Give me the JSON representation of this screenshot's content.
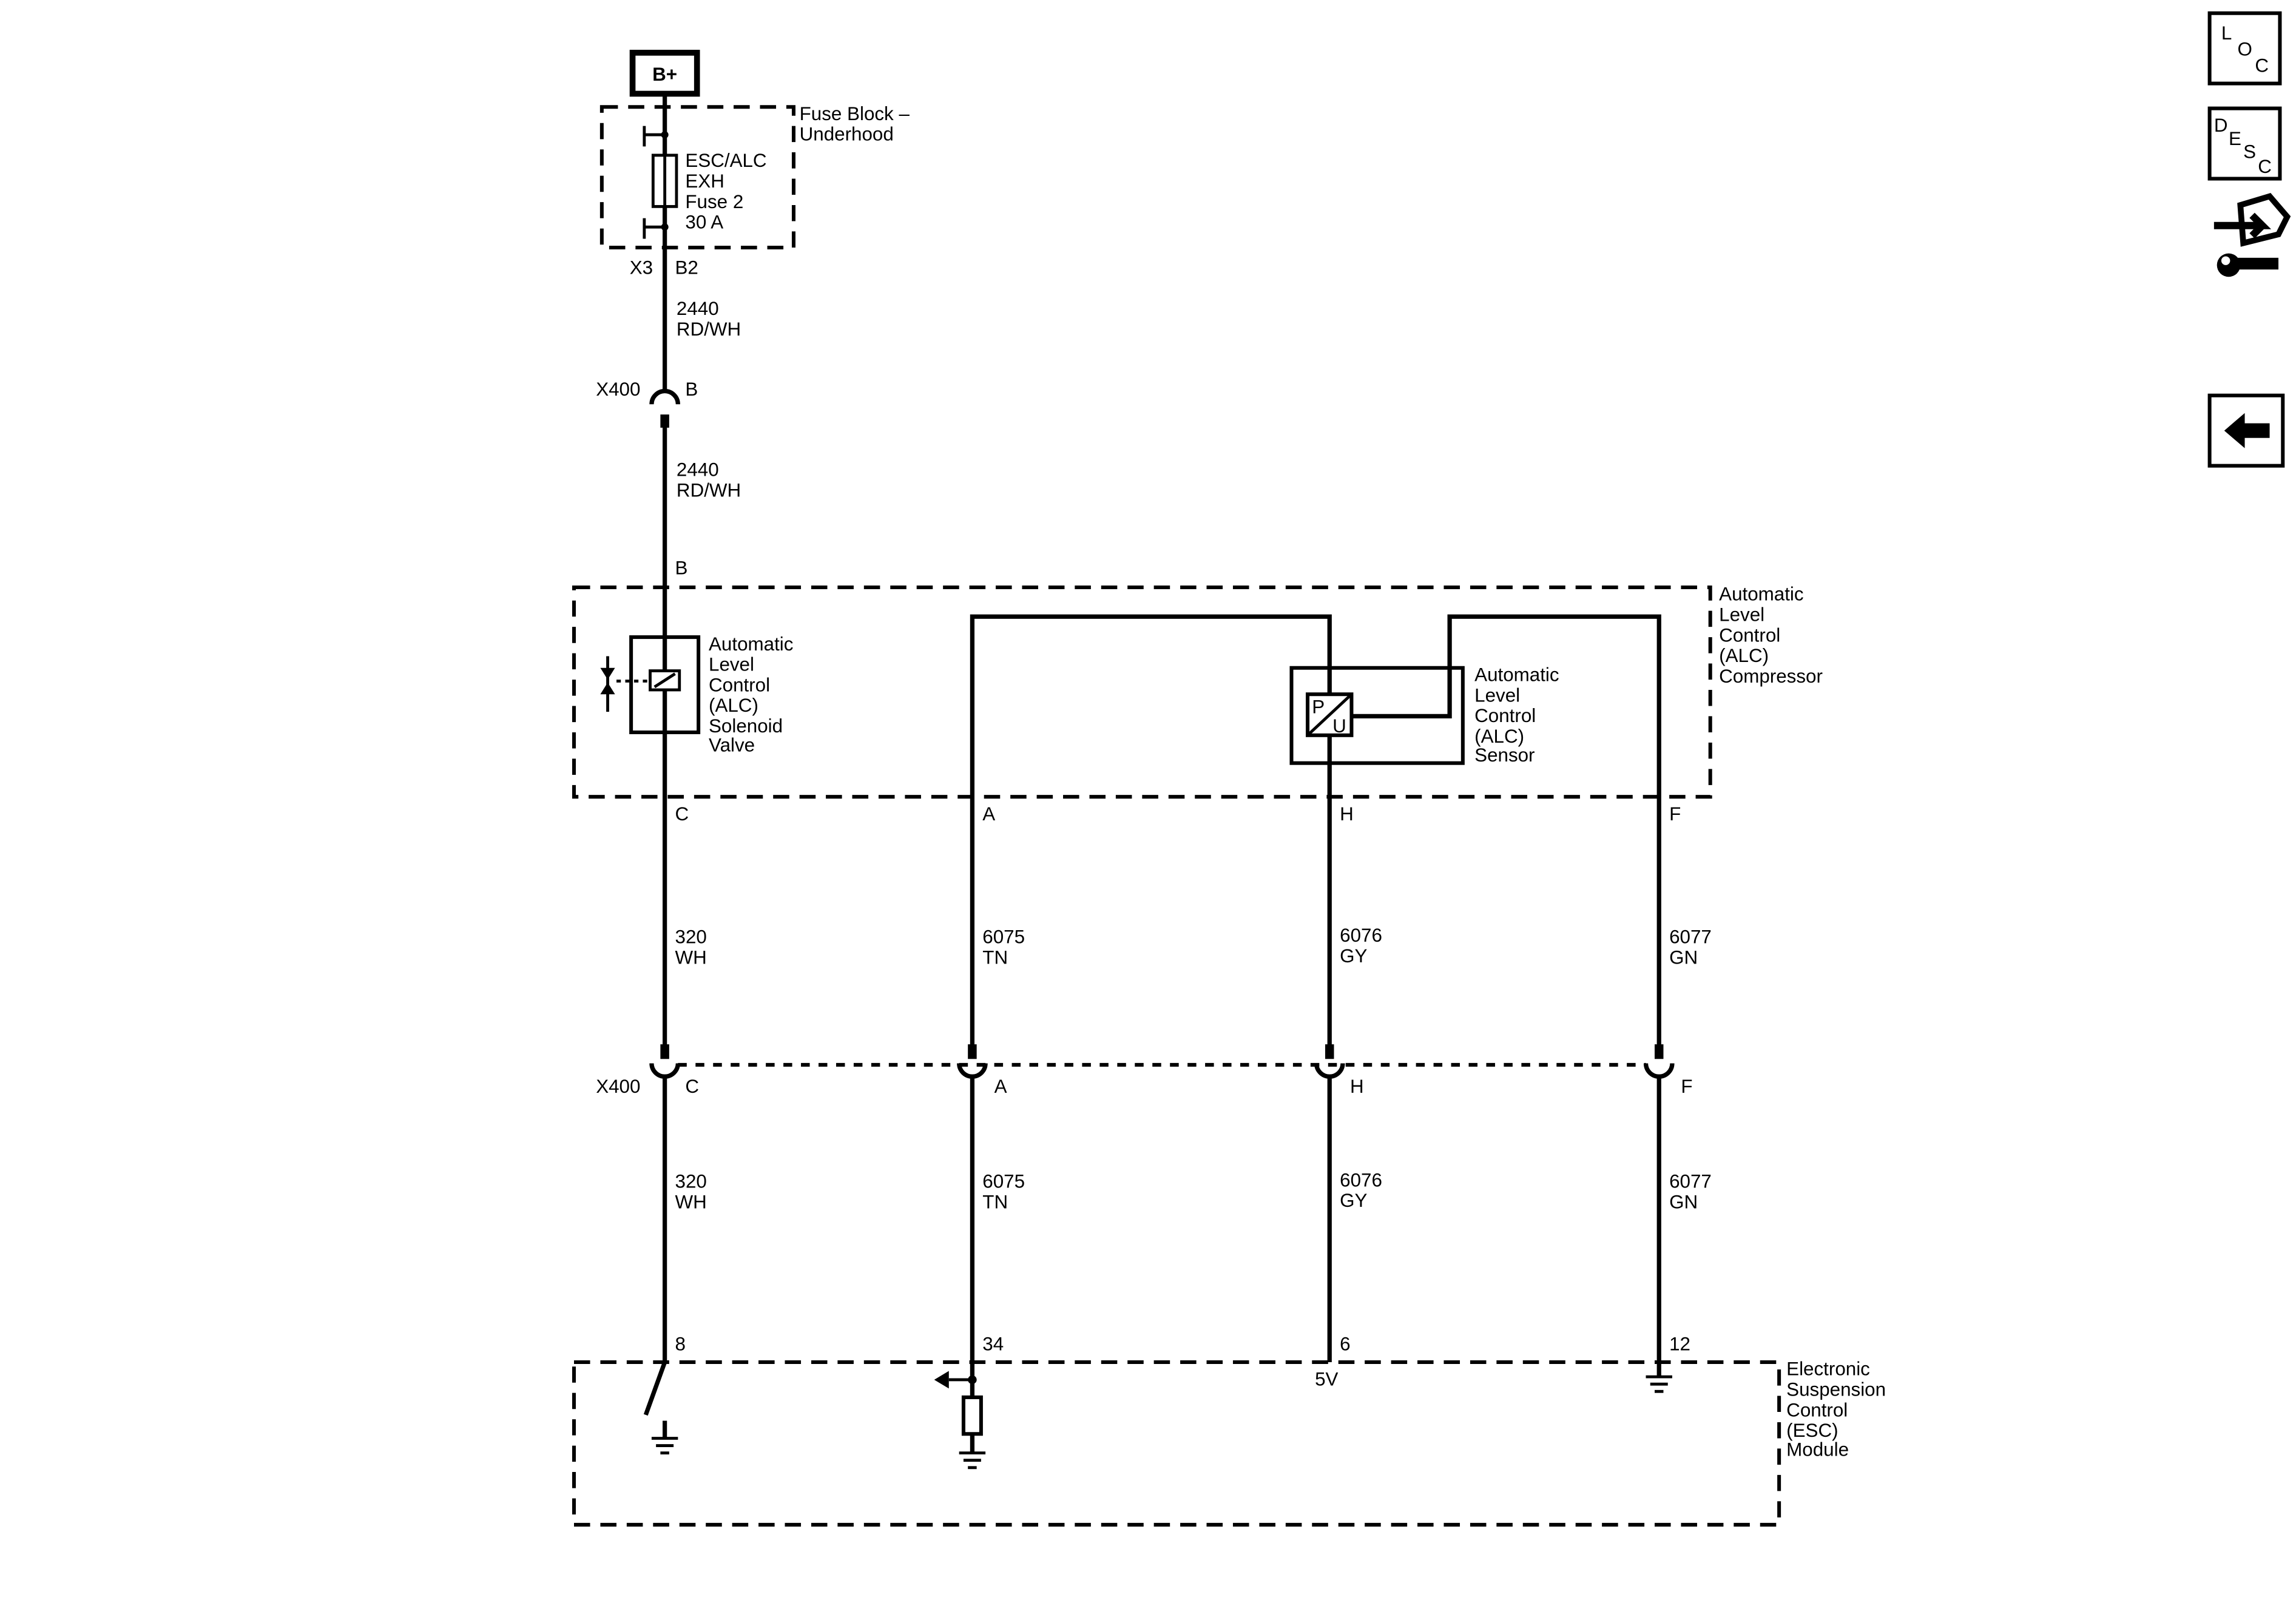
{
  "power": {
    "label": "B+"
  },
  "fuse_block": {
    "name_line1": "Fuse Block –",
    "name_line2": "Underhood",
    "fuse_lines": [
      "ESC/ALC",
      "EXH",
      "Fuse 2",
      "30 A"
    ],
    "connector": "X3",
    "pin": "B2"
  },
  "wire_2440": {
    "circuit": "2440",
    "color": "RD/WH"
  },
  "inline_connector_top": {
    "name": "X400",
    "pin": "B"
  },
  "compressor": {
    "name_lines": [
      "Automatic",
      "Level",
      "Control",
      "(ALC)",
      "Compressor"
    ],
    "input_pin": "B",
    "pins": [
      "C",
      "A",
      "H",
      "F"
    ]
  },
  "solenoid": {
    "name_lines": [
      "Automatic",
      "Level",
      "Control",
      "(ALC)",
      "Solenoid",
      "Valve"
    ]
  },
  "sensor": {
    "name_lines": [
      "Automatic",
      "Level",
      "Control",
      "(ALC)",
      "Sensor"
    ],
    "symbol_p": "P",
    "symbol_u": "U"
  },
  "wires": [
    {
      "circuit": "320",
      "color": "WH"
    },
    {
      "circuit": "6075",
      "color": "TN"
    },
    {
      "circuit": "6076",
      "color": "GY"
    },
    {
      "circuit": "6077",
      "color": "GN"
    }
  ],
  "inline_connector_bottom": {
    "name": "X400",
    "pins": [
      "C",
      "A",
      "H",
      "F"
    ]
  },
  "module": {
    "name_lines": [
      "Electronic",
      "Suspension",
      "Control",
      "(ESC)",
      "Module"
    ],
    "pins": [
      "8",
      "34",
      "6",
      "12"
    ],
    "voltage_label": "5V"
  },
  "nav_buttons": {
    "loc": [
      "L",
      "O",
      "C"
    ],
    "desc": [
      "D",
      "E",
      "S",
      "C"
    ],
    "icons": [
      "connector-tool-icon",
      "back-arrow-icon"
    ]
  }
}
